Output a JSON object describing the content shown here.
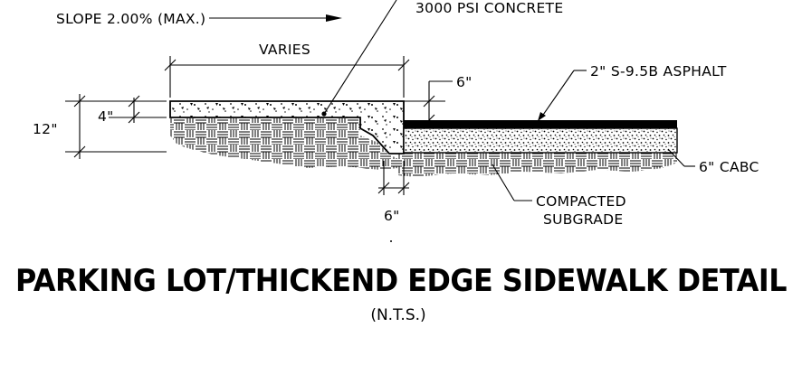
{
  "labels": {
    "concrete": "3000 PSI CONCRETE",
    "slope": "SLOPE 2.00% (MAX.)",
    "varies": "VARIES",
    "asphalt": "2\" S-9.5B ASPHALT",
    "six_top": "6\"",
    "four": "4\"",
    "twelve": "12\"",
    "cabc": "6\" CABC",
    "six_bottom": "6\"",
    "compacted": "COMPACTED",
    "subgrade": "SUBGRADE"
  },
  "title": "PARKING LOT/THICKEND EDGE SIDEWALK DETAIL",
  "subtitle": "(N.T.S.)"
}
